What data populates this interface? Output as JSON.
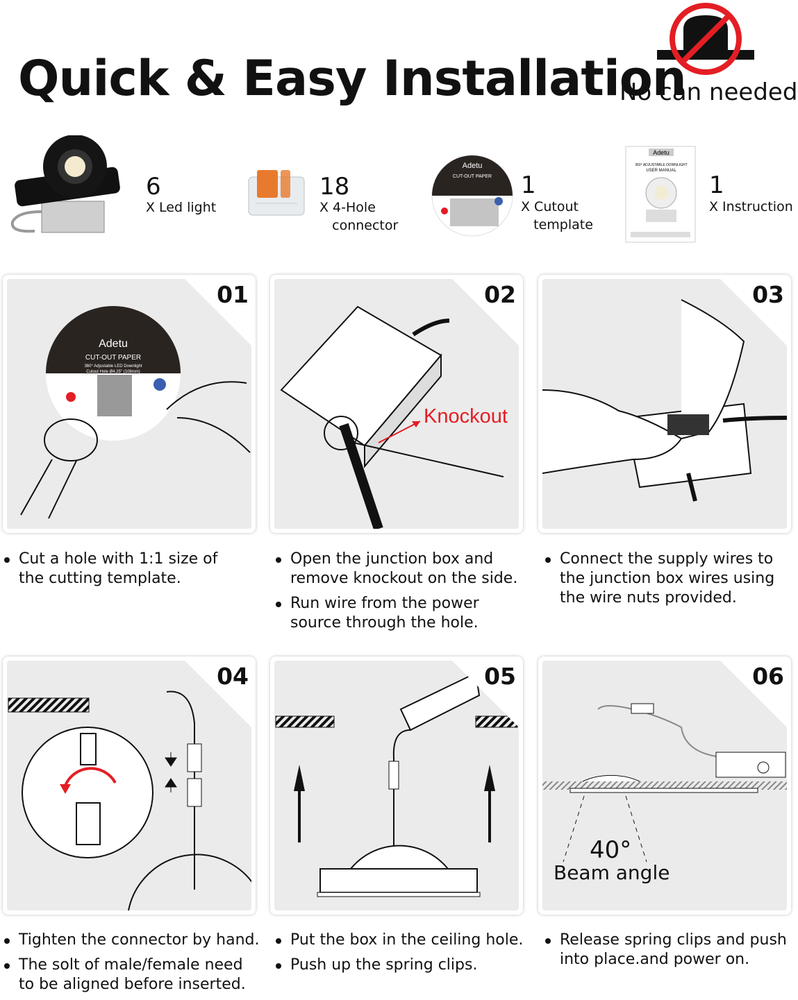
{
  "header": {
    "title": "Quick & Easy Installation",
    "no_can": "No can needed"
  },
  "kit": [
    {
      "count": "6",
      "label": "X Led light",
      "icon": "led-light-icon"
    },
    {
      "count": "18",
      "label": "X 4-Hole\n   connector",
      "icon": "connector-icon"
    },
    {
      "count": "1",
      "label": "X Cutout\n   template",
      "icon": "cutout-template-icon"
    },
    {
      "count": "1",
      "label": "X Instruction",
      "icon": "instruction-icon"
    }
  ],
  "template_card": {
    "brand": "Adetu",
    "title": "CUT-OUT PAPER",
    "line1": "360° Adjustable LED Downlight",
    "line2": "Cutout Hole Ø4.25\" (108mm)"
  },
  "manual_card": {
    "brand": "Adetu",
    "line1": "360° ADJUSTABLE DOWNLIGHT",
    "line2": "USER MANUAL"
  },
  "steps": [
    {
      "num": "01",
      "bullets": [
        "Cut a hole with 1:1 size of the cutting template."
      ]
    },
    {
      "num": "02",
      "callout": "Knockout",
      "bullets": [
        "Open the junction box and remove knockout on the side.",
        "Run wire from the power source through the hole."
      ]
    },
    {
      "num": "03",
      "bullets": [
        "Connect the supply wires to the junction box wires using the wire nuts provided."
      ]
    },
    {
      "num": "04",
      "bullets": [
        "Tighten the connector by hand.",
        "The solt of male/female need to be aligned before inserted."
      ]
    },
    {
      "num": "05",
      "bullets": [
        "Put the box in the ceiling hole.",
        "Push up the spring clips."
      ]
    },
    {
      "num": "06",
      "beam_value": "40°",
      "beam_label": "Beam angle",
      "bullets": [
        "Release spring clips and push into place.and power on."
      ]
    }
  ],
  "colors": {
    "accent_red": "#e31e24",
    "panel_bg": "#ebebeb",
    "text": "#111111"
  }
}
